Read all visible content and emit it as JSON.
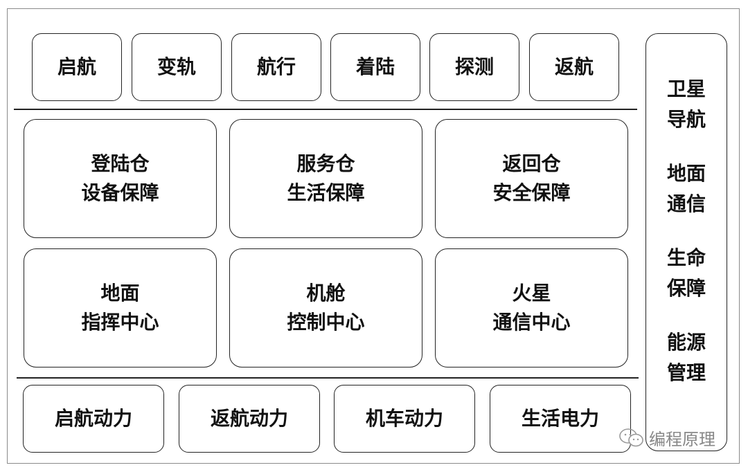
{
  "top_row": [
    "启航",
    "变轨",
    "航行",
    "着陆",
    "探测",
    "返航"
  ],
  "middle_grid": [
    {
      "line1": "登陆仓",
      "line2": "设备保障"
    },
    {
      "line1": "服务仓",
      "line2": "生活保障"
    },
    {
      "line1": "返回仓",
      "line2": "安全保障"
    },
    {
      "line1": "地面",
      "line2": "指挥中心"
    },
    {
      "line1": "机舱",
      "line2": "控制中心"
    },
    {
      "line1": "火星",
      "line2": "通信中心"
    }
  ],
  "bottom_row": [
    "启航动力",
    "返航动力",
    "机车动力",
    "生活电力"
  ],
  "side_panel": [
    {
      "line1": "卫星",
      "line2": "导航"
    },
    {
      "line1": "地面",
      "line2": "通信"
    },
    {
      "line1": "生命",
      "line2": "保障"
    },
    {
      "line1": "能源",
      "line2": "管理"
    }
  ],
  "watermark": {
    "text": "编程原理",
    "icon": "wechat-icon"
  }
}
